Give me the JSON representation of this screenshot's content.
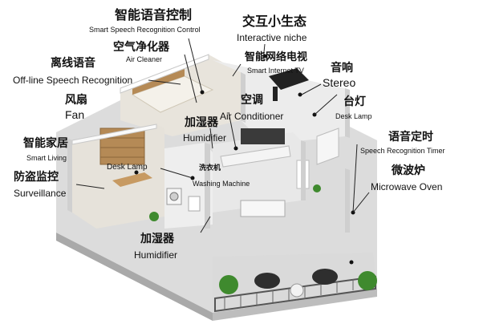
{
  "labels": {
    "speech_control": {
      "zh": "智能语音控制",
      "en": "Smart Speech Recognition Control"
    },
    "air_cleaner": {
      "zh": "空气净化器",
      "en": "Air Cleaner"
    },
    "offline_speech": {
      "zh": "离线语音",
      "en": "Off-line Speech Recognition"
    },
    "fan": {
      "zh": "风扇",
      "en": "Fan"
    },
    "smart_living": {
      "zh": "智能家居",
      "en": "Smart Living"
    },
    "surveillance": {
      "zh": "防盗监控",
      "en": "Surveillance"
    },
    "interactive_niche": {
      "zh": "交互小生态",
      "en": "Interactive niche"
    },
    "smart_tv": {
      "zh": "智能网络电视",
      "en": "Smart Internet TV"
    },
    "stereo": {
      "zh": "音响",
      "en": "Stereo"
    },
    "desk_lamp": {
      "zh": "台灯",
      "en": "Desk Lamp"
    },
    "air_conditioner": {
      "zh": "空调",
      "en": "Air Conditioner"
    },
    "humidifier_top": {
      "zh": "加湿器",
      "en": "Humidifier"
    },
    "desk_lamp_left": {
      "en": "Desk Lamp"
    },
    "washing_machine": {
      "zh": "洗衣机",
      "en": "Washing Machine"
    },
    "speech_timer": {
      "zh": "语音定时",
      "en": "Speech Recognition Timer"
    },
    "microwave": {
      "zh": "微波炉",
      "en": "Microwave Oven"
    },
    "humidifier_bottom": {
      "zh": "加湿器",
      "en": "Humidifier"
    }
  },
  "colors": {
    "floor": "#e6e6e6",
    "wall_top": "#ffffff",
    "wall_side": "#c9c9c9",
    "wood": "#b58a56",
    "plant": "#3f8a2e",
    "leader": "#222222"
  }
}
